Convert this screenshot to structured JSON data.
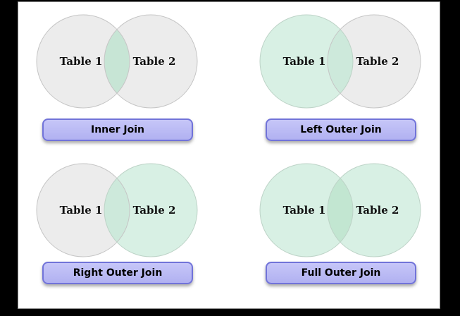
{
  "frame": {
    "background": "#000000",
    "panel_background": "#ffffff",
    "panel_border": "#8a8a8a"
  },
  "accent": {
    "button_fill_top": "#c6c6f8",
    "button_fill_bottom": "#b1b1f1",
    "button_border": "#7173d9",
    "button_text": "#000000"
  },
  "palette": {
    "excluded_circle_fill": "#ececec",
    "excluded_circle_stroke": "#c5c5c5",
    "included_circle_fill": "#d8f0e4",
    "included_circle_stroke": "#bdd3c7"
  },
  "quadrants": [
    {
      "id": "inner-join",
      "table1": "Table 1",
      "table2": "Table 2",
      "button_label": "Inner Join",
      "colors": {
        "left_fill": "#ececec",
        "right_fill": "#ececec",
        "overlap_fill": "#c7e5d5",
        "left_stroke": "#c5c5c5",
        "right_stroke": "#c5c5c5"
      }
    },
    {
      "id": "left-outer-join",
      "table1": "Table 1",
      "table2": "Table 2",
      "button_label": "Left Outer Join",
      "colors": {
        "left_fill": "#d8f0e4",
        "right_fill": "#ececec",
        "overlap_fill": "#cde9db",
        "left_stroke": "#bdd3c7",
        "right_stroke": "#c5c5c5"
      }
    },
    {
      "id": "right-outer-join",
      "table1": "Table 1",
      "table2": "Table 2",
      "button_label": "Right Outer Join",
      "colors": {
        "left_fill": "#ececec",
        "right_fill": "#d8f0e4",
        "overlap_fill": "#cde9db",
        "left_stroke": "#c5c5c5",
        "right_stroke": "#bdd3c7"
      }
    },
    {
      "id": "full-outer-join",
      "table1": "Table 1",
      "table2": "Table 2",
      "button_label": "Full Outer Join",
      "colors": {
        "left_fill": "#d8f0e4",
        "right_fill": "#d8f0e4",
        "overlap_fill": "#c2e6d1",
        "left_stroke": "#bdd3c7",
        "right_stroke": "#bdd3c7"
      }
    }
  ]
}
